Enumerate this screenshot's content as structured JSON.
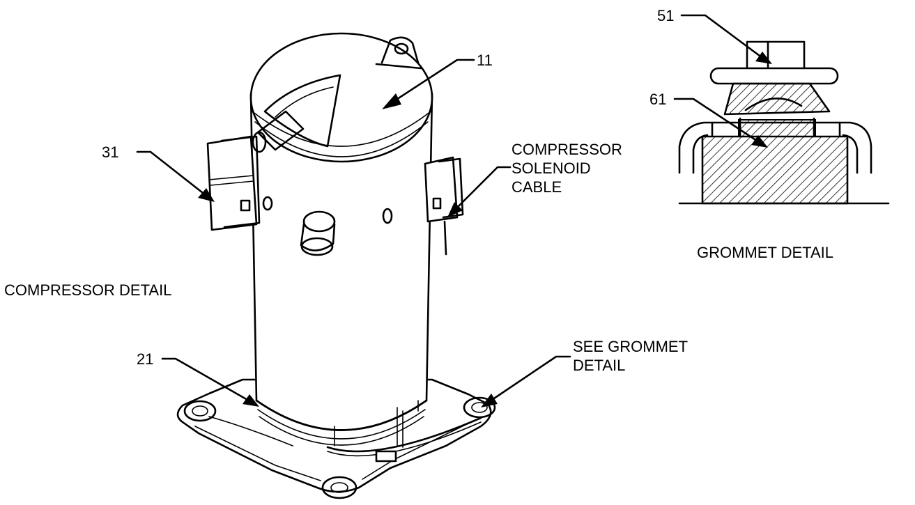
{
  "callouts": {
    "c11": "11",
    "c21": "21",
    "c31": "31",
    "c51": "51",
    "c61": "61"
  },
  "labels": {
    "solenoid_line1": "COMPRESSOR",
    "solenoid_line2": "SOLENOID",
    "solenoid_line3": "CABLE",
    "see_grommet_line1": "SEE GROMMET",
    "see_grommet_line2": "DETAIL",
    "compressor_detail": "COMPRESSOR DETAIL",
    "grommet_detail": "GROMMET DETAIL"
  },
  "colors": {
    "ink": "#000000",
    "paper": "#ffffff"
  }
}
